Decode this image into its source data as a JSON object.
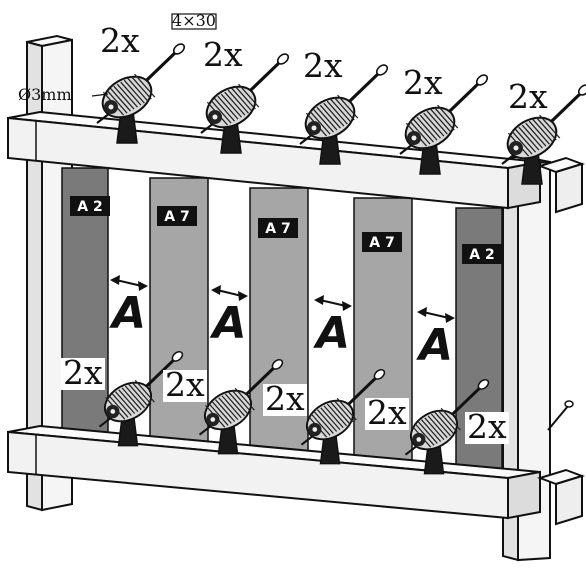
{
  "screw_spec": "4×30",
  "drill_spec": "Ø3mm",
  "spacing_label": "A",
  "top_quantities": [
    "2x",
    "2x",
    "2x",
    "2x",
    "2x"
  ],
  "bottom_quantities": [
    "2x",
    "2x",
    "2x",
    "2x",
    "2x"
  ],
  "slat_labels": [
    "A2",
    "A7",
    "A7",
    "A7",
    "A2"
  ],
  "colors": {
    "outer_slat": "#7a7a7a",
    "inner_slat": "#a6a6a6",
    "frame": "#f3f3f3",
    "outline": "#111111",
    "label_bg": "#111111"
  }
}
